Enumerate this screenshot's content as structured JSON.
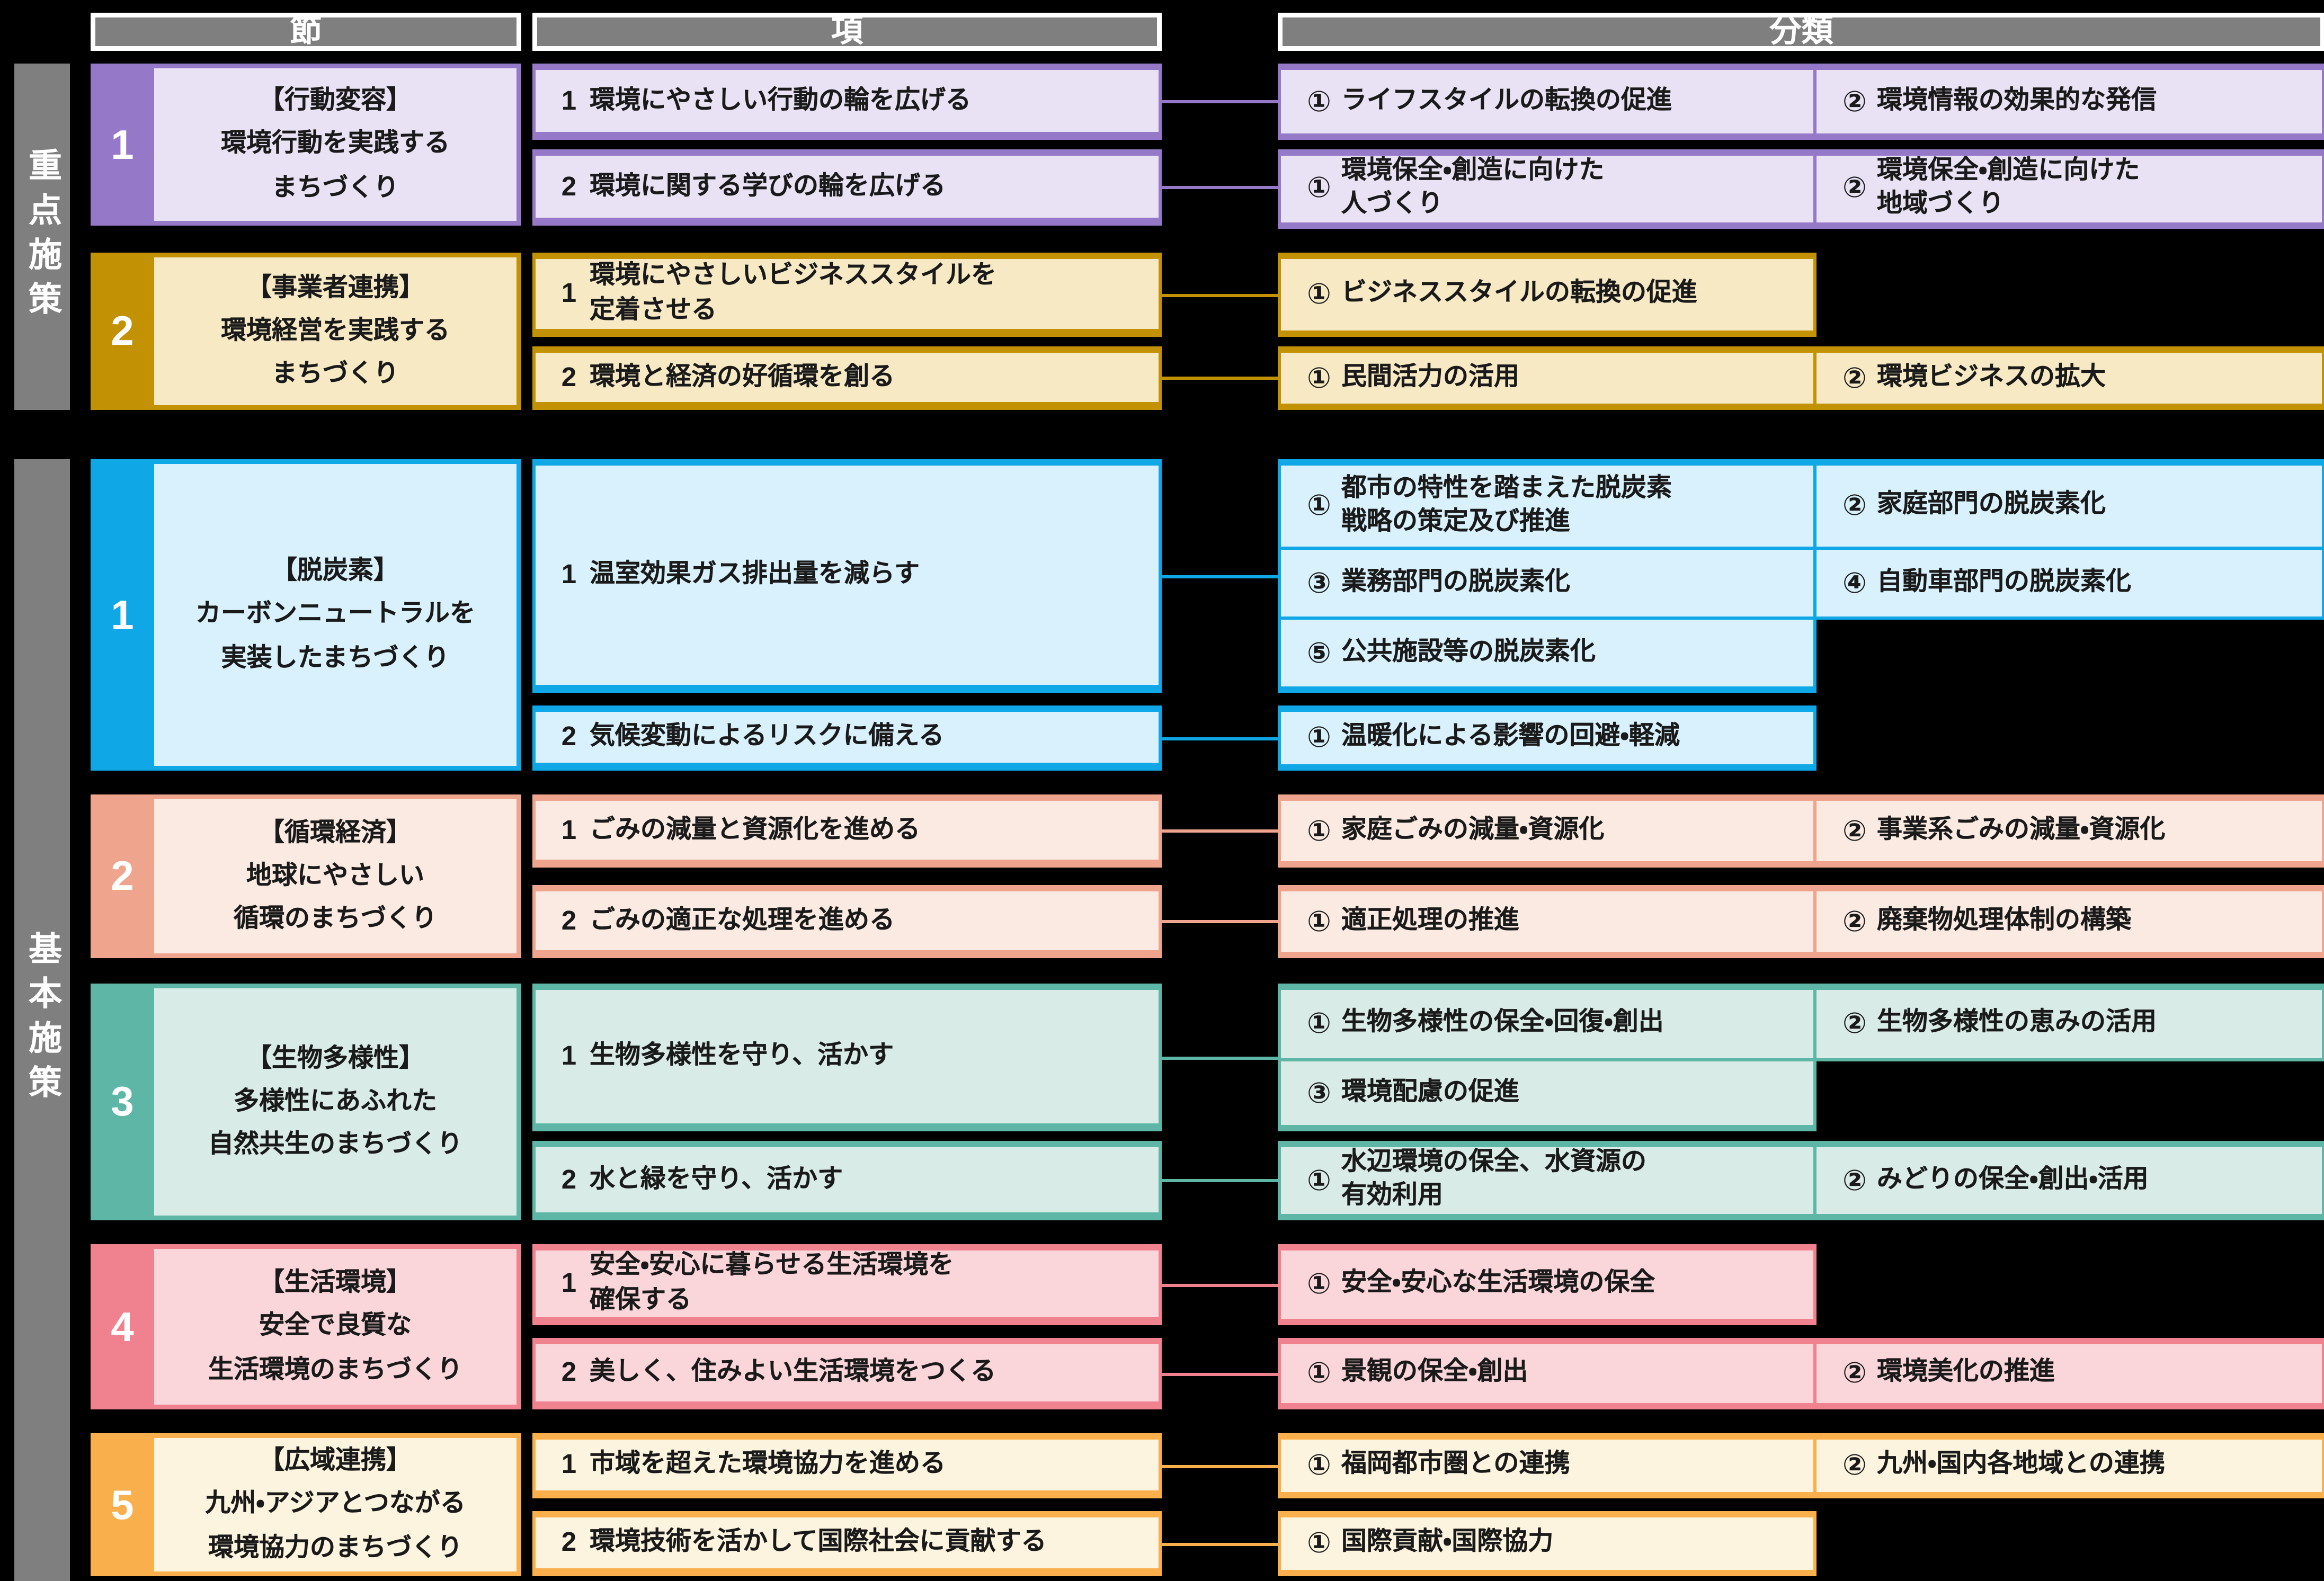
{
  "headers": {
    "setsu": "節",
    "kou": "項",
    "bunrui": "分類"
  },
  "sidebar": {
    "juten": "重点施策",
    "kihon": "基本施策"
  },
  "colors": {
    "background": "#000000",
    "frame_gray": "#7F7F7F",
    "purple": {
      "accent": "#9678C8",
      "light": "#E9E1F4"
    },
    "gold": {
      "accent": "#C39204",
      "light": "#F6E9C4"
    },
    "blue": {
      "accent": "#0FA7E6",
      "light": "#D8F1FC"
    },
    "salmon": {
      "accent": "#EFA48D",
      "light": "#FAEAE2"
    },
    "teal": {
      "accent": "#5EB7A6",
      "light": "#D8EBE6"
    },
    "pink": {
      "accent": "#F0828F",
      "light": "#FAD6DA"
    },
    "orange": {
      "accent": "#F9AF4B",
      "light": "#FCF4DE"
    }
  },
  "sections": [
    {
      "group": "重点施策",
      "number": "1",
      "title": "【行動変容】\n環境行動を実践する\nまちづくり",
      "pairs": [
        {
          "item": {
            "num": "1",
            "label": "環境にやさしい行動の輪を広げる"
          },
          "rows": [
            [
              {
                "num": "①",
                "label": "ライフスタイルの転換の促進"
              },
              {
                "num": "②",
                "label": "環境情報の効果的な発信"
              }
            ]
          ]
        },
        {
          "item": {
            "num": "2",
            "label": "環境に関する学びの輪を広げる"
          },
          "rows": [
            [
              {
                "num": "①",
                "label": "環境保全・創造に向けた\n人づくり"
              },
              {
                "num": "②",
                "label": "環境保全・創造に向けた\n地域づくり"
              }
            ]
          ]
        }
      ]
    },
    {
      "group": "重点施策",
      "number": "2",
      "title": "【事業者連携】\n環境経営を実践する\nまちづくり",
      "pairs": [
        {
          "item": {
            "num": "1",
            "label": "環境にやさしいビジネススタイルを\n定着させる"
          },
          "rows": [
            [
              {
                "num": "①",
                "label": "ビジネススタイルの転換の促進"
              }
            ]
          ]
        },
        {
          "item": {
            "num": "2",
            "label": "環境と経済の好循環を創る"
          },
          "rows": [
            [
              {
                "num": "①",
                "label": "民間活力の活用"
              },
              {
                "num": "②",
                "label": "環境ビジネスの拡大"
              }
            ]
          ]
        }
      ]
    },
    {
      "group": "基本施策",
      "number": "1",
      "title": "【脱炭素】\nカーボンニュートラルを\n実装したまちづくり",
      "pairs": [
        {
          "item": {
            "num": "1",
            "label": "温室効果ガス排出量を減らす"
          },
          "rows": [
            [
              {
                "num": "①",
                "label": "都市の特性を踏まえた脱炭素\n戦略の策定及び推進"
              },
              {
                "num": "②",
                "label": "家庭部門の脱炭素化"
              }
            ],
            [
              {
                "num": "③",
                "label": "業務部門の脱炭素化"
              },
              {
                "num": "④",
                "label": "自動車部門の脱炭素化"
              }
            ],
            [
              {
                "num": "⑤",
                "label": "公共施設等の脱炭素化"
              }
            ]
          ]
        },
        {
          "item": {
            "num": "2",
            "label": "気候変動によるリスクに備える"
          },
          "rows": [
            [
              {
                "num": "①",
                "label": "温暖化による影響の回避・軽減"
              }
            ]
          ]
        }
      ]
    },
    {
      "group": "基本施策",
      "number": "2",
      "title": "【循環経済】\n地球にやさしい\n循環のまちづくり",
      "pairs": [
        {
          "item": {
            "num": "1",
            "label": "ごみの減量と資源化を進める"
          },
          "rows": [
            [
              {
                "num": "①",
                "label": "家庭ごみの減量・資源化"
              },
              {
                "num": "②",
                "label": "事業系ごみの減量・資源化"
              }
            ]
          ]
        },
        {
          "item": {
            "num": "2",
            "label": "ごみの適正な処理を進める"
          },
          "rows": [
            [
              {
                "num": "①",
                "label": "適正処理の推進"
              },
              {
                "num": "②",
                "label": "廃棄物処理体制の構築"
              }
            ]
          ]
        }
      ]
    },
    {
      "group": "基本施策",
      "number": "3",
      "title": "【生物多様性】\n多様性にあふれた\n自然共生のまちづくり",
      "pairs": [
        {
          "item": {
            "num": "1",
            "label": "生物多様性を守り、活かす"
          },
          "rows": [
            [
              {
                "num": "①",
                "label": "生物多様性の保全・回復・創出"
              },
              {
                "num": "②",
                "label": "生物多様性の恵みの活用"
              }
            ],
            [
              {
                "num": "③",
                "label": "環境配慮の促進"
              }
            ]
          ]
        },
        {
          "item": {
            "num": "2",
            "label": "水と緑を守り、活かす"
          },
          "rows": [
            [
              {
                "num": "①",
                "label": "水辺環境の保全、水資源の\n有効利用"
              },
              {
                "num": "②",
                "label": "みどりの保全・創出・活用"
              }
            ]
          ]
        }
      ]
    },
    {
      "group": "基本施策",
      "number": "4",
      "title": "【生活環境】\n安全で良質な\n生活環境のまちづくり",
      "pairs": [
        {
          "item": {
            "num": "1",
            "label": "安全・安心に暮らせる生活環境を\n確保する"
          },
          "rows": [
            [
              {
                "num": "①",
                "label": "安全・安心な生活環境の保全"
              }
            ]
          ]
        },
        {
          "item": {
            "num": "2",
            "label": "美しく、住みよい生活環境をつくる"
          },
          "rows": [
            [
              {
                "num": "①",
                "label": "景観の保全・創出"
              },
              {
                "num": "②",
                "label": "環境美化の推進"
              }
            ]
          ]
        }
      ]
    },
    {
      "group": "基本施策",
      "number": "5",
      "title": "【広域連携】\n九州・アジアとつながる\n環境協力のまちづくり",
      "pairs": [
        {
          "item": {
            "num": "1",
            "label": "市域を超えた環境協力を進める"
          },
          "rows": [
            [
              {
                "num": "①",
                "label": "福岡都市圏との連携"
              },
              {
                "num": "②",
                "label": "九州・国内各地域との連携"
              }
            ]
          ]
        },
        {
          "item": {
            "num": "2",
            "label": "環境技術を活かして国際社会に貢献する"
          },
          "rows": [
            [
              {
                "num": "①",
                "label": "国際貢献・国際協力"
              }
            ]
          ]
        }
      ]
    }
  ]
}
